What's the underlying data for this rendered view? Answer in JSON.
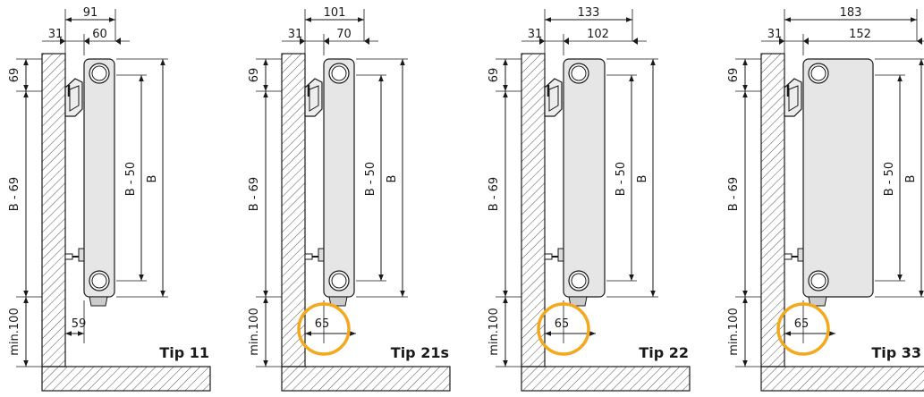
{
  "accent_color": "#f4a81d",
  "panels": [
    {
      "id": "tip11",
      "label": "Tip 11",
      "total_depth": "91",
      "wall_gap": "31",
      "radiator_depth": "60",
      "bottom_offset": "59",
      "top_offset": "69",
      "left_height": "B - 69",
      "floor_clearance": "min.100",
      "pipe_height": "B - 50",
      "height": "B",
      "highlighted": false
    },
    {
      "id": "tip21s",
      "label": "Tip 21s",
      "total_depth": "101",
      "wall_gap": "31",
      "radiator_depth": "70",
      "bottom_offset": "65",
      "top_offset": "69",
      "left_height": "B - 69",
      "floor_clearance": "min.100",
      "pipe_height": "B - 50",
      "height": "B",
      "highlighted": true
    },
    {
      "id": "tip22",
      "label": "Tip 22",
      "total_depth": "133",
      "wall_gap": "31",
      "radiator_depth": "102",
      "bottom_offset": "65",
      "top_offset": "69",
      "left_height": "B - 69",
      "floor_clearance": "min.100",
      "pipe_height": "B - 50",
      "height": "B",
      "highlighted": true
    },
    {
      "id": "tip33",
      "label": "Tip 33",
      "total_depth": "183",
      "wall_gap": "31",
      "radiator_depth": "152",
      "bottom_offset": "65",
      "top_offset": "69",
      "left_height": "B - 69",
      "floor_clearance": "min.100",
      "pipe_height": "B - 50",
      "height": "B",
      "highlighted": true
    }
  ]
}
